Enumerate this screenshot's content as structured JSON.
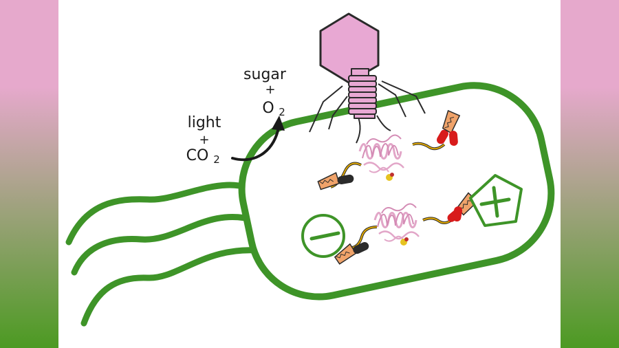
{
  "labels": {
    "input_light": "light",
    "input_plus": "+",
    "input_co2_main": "CO",
    "input_co2_sub": "2",
    "output_sugar": "sugar",
    "output_plus": "+",
    "output_o2_main": "O",
    "output_o2_sub": "2"
  },
  "colors": {
    "cell_outline": "#3e9428",
    "band_top": "#e6a9cc",
    "band_bottom": "#4c9a22",
    "phage_head": "#e8a8d3",
    "phage_stroke": "#2a2a2a",
    "protein": "#e2a6c8",
    "positive_clip": "#d81b1b",
    "negative_clip": "#2b2b2b",
    "clip_jaw": "#f0a36a",
    "wire": "#e0a800"
  },
  "icons": [
    "bacteriophage-icon",
    "minus-terminal-icon",
    "plus-terminal-icon",
    "alligator-clip-icon",
    "protein-icon"
  ]
}
